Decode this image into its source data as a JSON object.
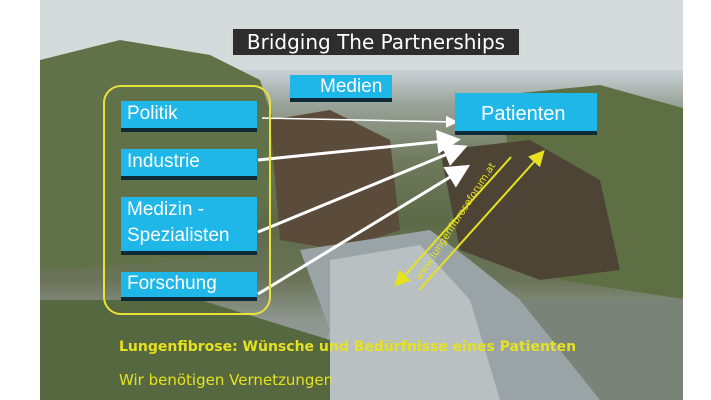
{
  "slide": {
    "title": "Bridging The Partnerships",
    "center_box": "Medien",
    "target_box": "Patienten",
    "stakeholders": [
      "Politik",
      "Industrie",
      "Medizin -",
      "Spezialisten",
      "Forschung"
    ],
    "diagonal_label": "www.lungenfibroseforum.at",
    "caption_bold": "Lungenfibrose: Wünsche und Bedürfnisse eines Patienten",
    "caption_plain": "Wir benötigen Vernetzungen"
  },
  "colors": {
    "box_fill": "#1fb6e8",
    "highlight": "#e6e21f",
    "arrow": "#ffffff"
  }
}
